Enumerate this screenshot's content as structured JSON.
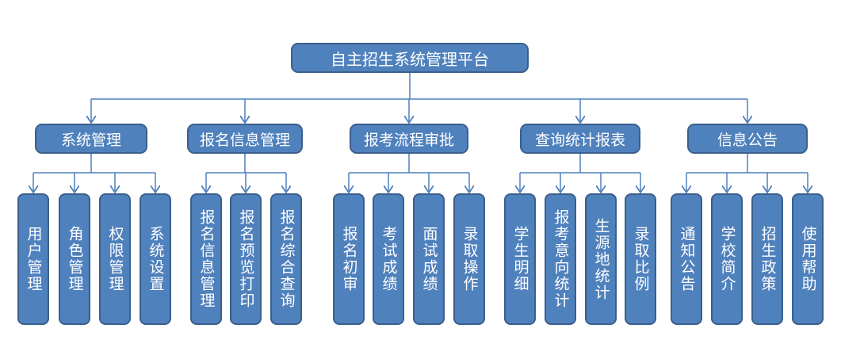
{
  "root": "自主招生系统管理平台",
  "categories": [
    {
      "label": "系统管理",
      "children": [
        "用户管理",
        "角色管理",
        "权限管理",
        "系统设置"
      ]
    },
    {
      "label": "报名信息管理",
      "children": [
        "报名信息管理",
        "报名预览打印",
        "报名综合查询"
      ]
    },
    {
      "label": "报考流程审批",
      "children": [
        "报名初审",
        "考试成绩",
        "面试成绩",
        "录取操作"
      ]
    },
    {
      "label": "查询统计报表",
      "children": [
        "学生明细",
        "报考意向统计",
        "生源地统计",
        "录取比例"
      ]
    },
    {
      "label": "信息公告",
      "children": [
        "通知公告",
        "学校简介",
        "招生政策",
        "使用帮助"
      ]
    }
  ],
  "colors": {
    "box_fill": "#4f81bd",
    "box_border": "#3a5f8c",
    "connector": "#4f81bd",
    "text": "#ffffff"
  }
}
